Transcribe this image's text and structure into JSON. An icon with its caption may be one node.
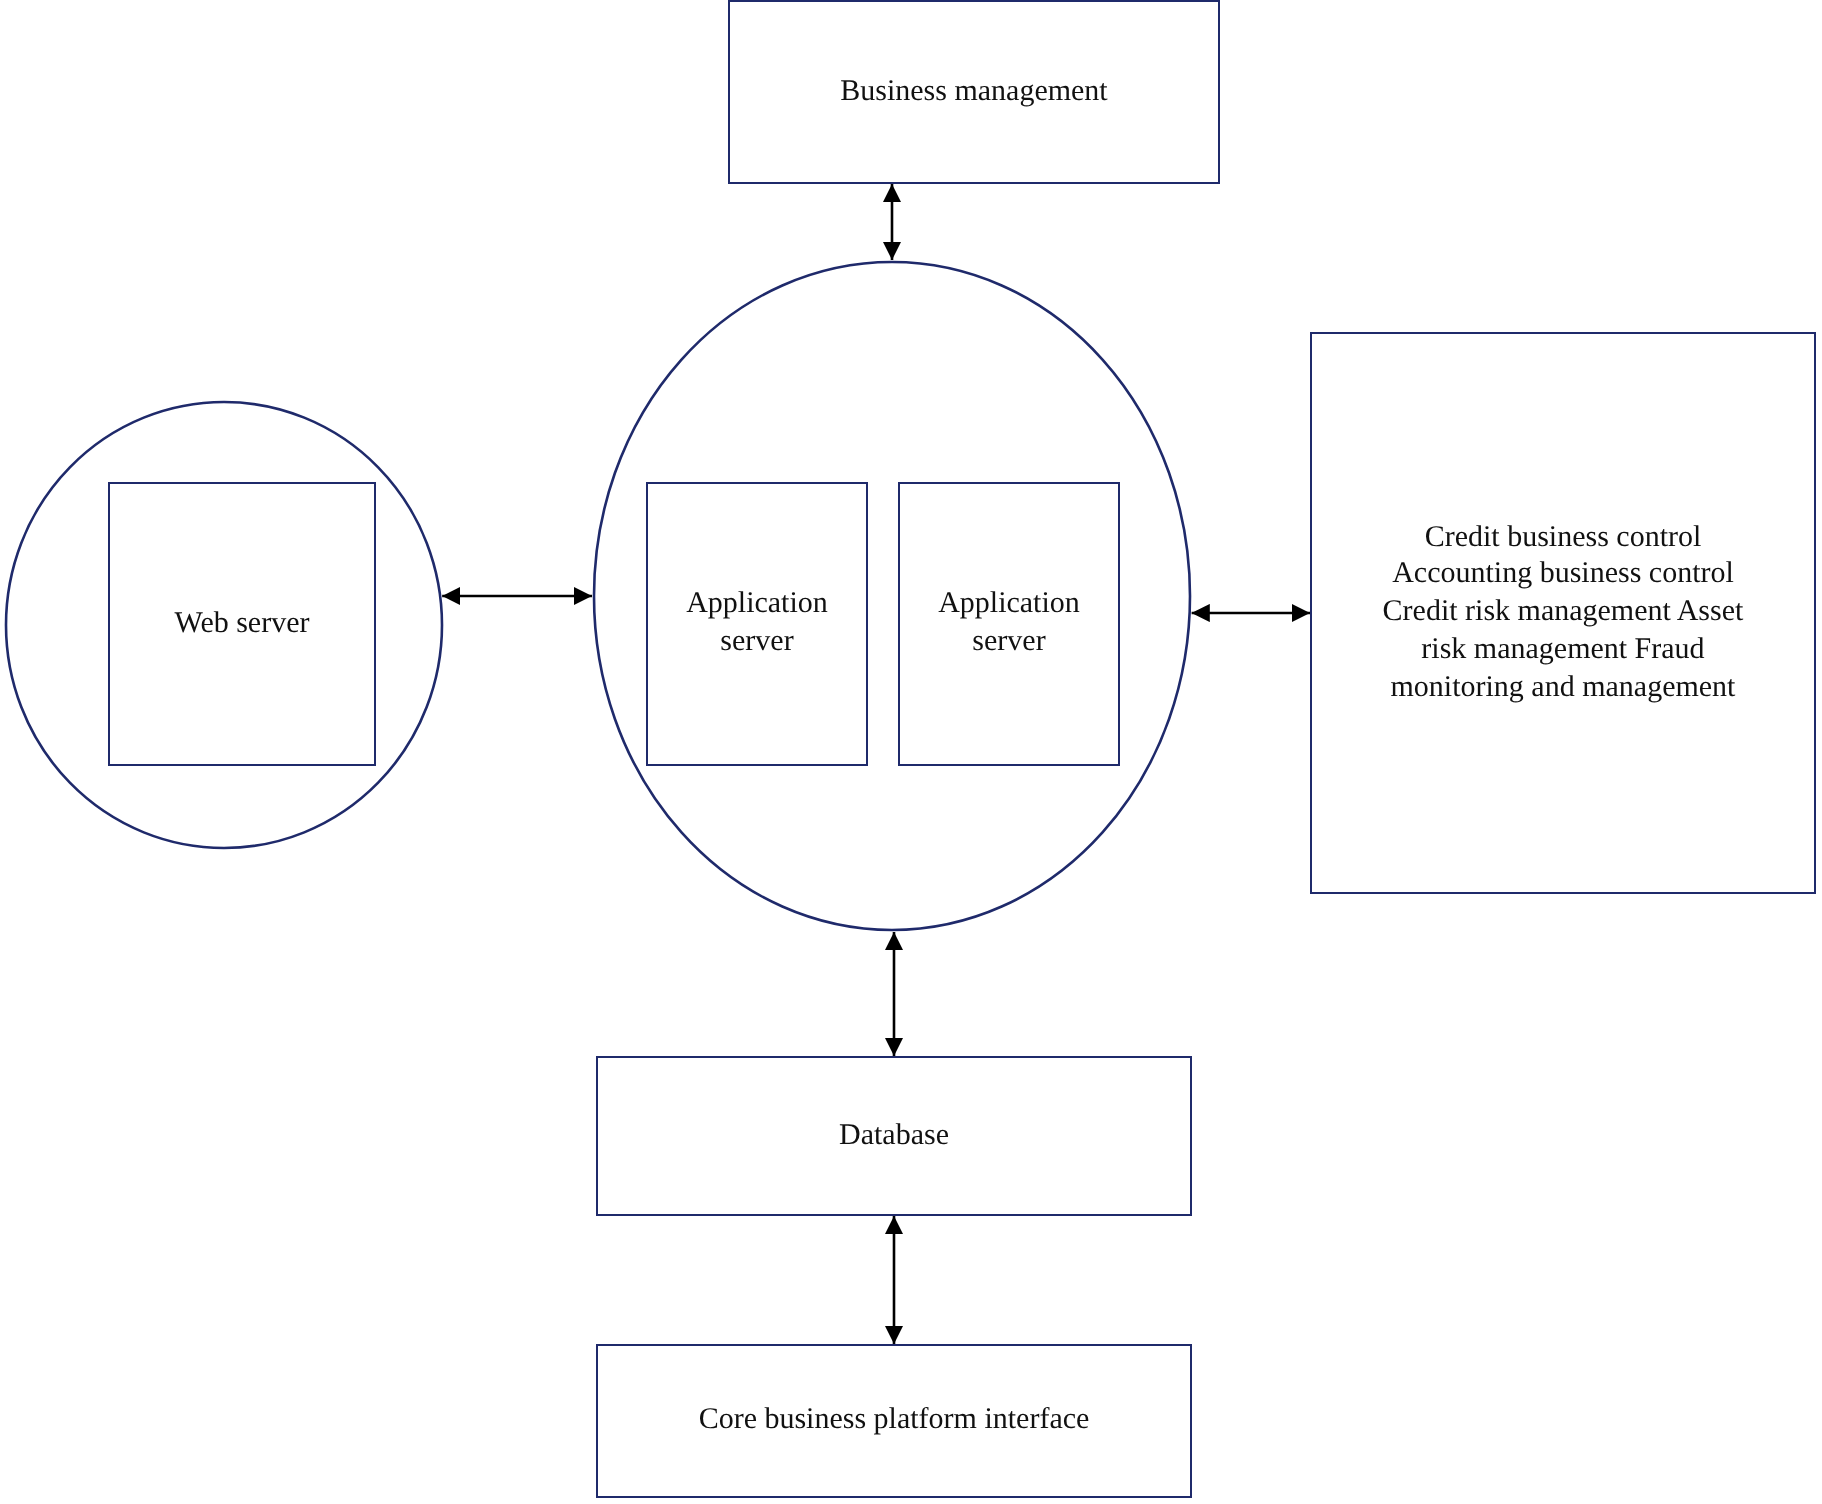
{
  "diagram": {
    "nodes": [
      {
        "text": [
          "Business management"
        ]
      },
      {
        "text": [],
        "shape": "circle"
      },
      {
        "text": [
          "Web server"
        ],
        "in": 1
      },
      {
        "text": [],
        "shape": "circle"
      },
      {
        "text": [
          "Application server"
        ],
        "in": 3
      },
      {
        "text": [
          "Application server"
        ],
        "in": 3
      },
      {
        "text": [
          "Credit business control Accounting business control Credit risk management Asset risk management Fraud monitoring and management"
        ]
      },
      {
        "text": [
          "Database"
        ]
      },
      {
        "text": [
          "Core business platform interface"
        ]
      }
    ],
    "edges": [
      {
        "from": 0,
        "to": 3,
        "arrow": "both"
      },
      {
        "from": 1,
        "to": 3,
        "arrow": "both"
      },
      {
        "from": 3,
        "to": 6,
        "arrow": "both"
      },
      {
        "from": 3,
        "to": 7,
        "arrow": "both"
      },
      {
        "from": 7,
        "to": 8,
        "arrow": "both"
      }
    ]
  }
}
